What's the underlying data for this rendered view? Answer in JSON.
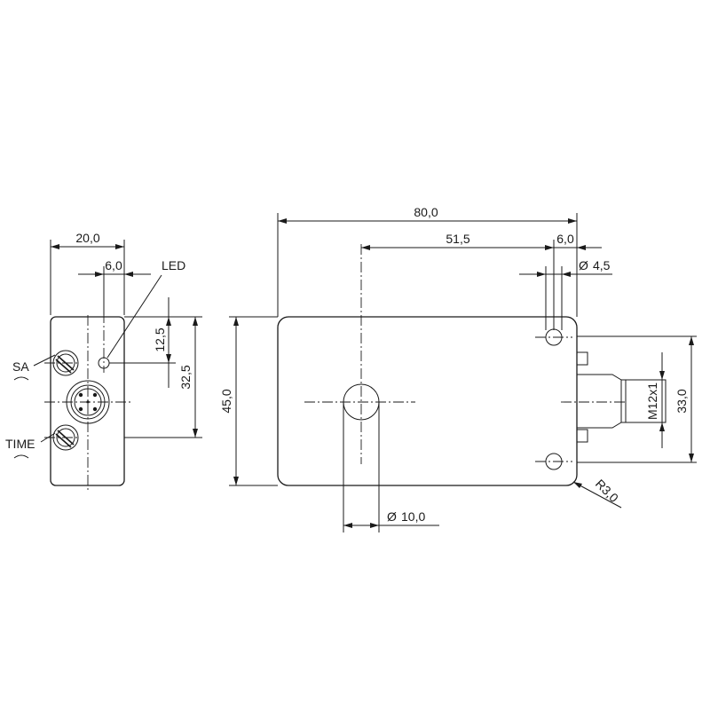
{
  "side_view": {
    "dim_width": "20,0",
    "dim_led_offset": "6,0",
    "dim_led_height": "12,5",
    "dim_total_height": "32,5",
    "label_led": "LED",
    "label_sa": "SA",
    "label_time": "TIME"
  },
  "front_view": {
    "dim_length": "80,0",
    "dim_center_offset": "51,5",
    "dim_hole_offset": "6,0",
    "dim_hole_diameter": "4,5",
    "dim_height": "45,0",
    "dim_connector_height": "33,0",
    "dim_thread": "M12x1",
    "dim_radius": "R3,0",
    "dim_center_diameter": "10,0"
  },
  "symbols": {
    "diameter": "Ø"
  }
}
